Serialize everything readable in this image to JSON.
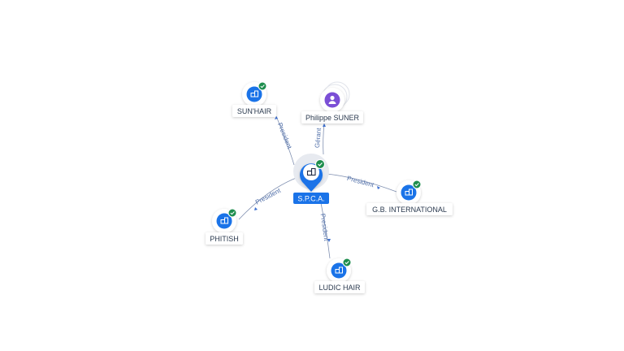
{
  "center": {
    "label": "S.P.C.A.",
    "icon": "company-icon",
    "verified": true
  },
  "nodes": [
    {
      "id": "sunhair",
      "label": "SUN'HAIR",
      "icon": "company-icon",
      "verified": true
    },
    {
      "id": "suner",
      "label": "Philippe SUNER",
      "icon": "person-icon",
      "verified": false
    },
    {
      "id": "gb",
      "label": "G.B. INTERNATIONAL",
      "icon": "company-icon",
      "verified": true
    },
    {
      "id": "phitish",
      "label": "PHITISH",
      "icon": "company-icon",
      "verified": true
    },
    {
      "id": "ludic",
      "label": "LUDIC HAIR",
      "icon": "company-icon",
      "verified": true
    }
  ],
  "edges": [
    {
      "to": "sunhair",
      "label": "President"
    },
    {
      "to": "suner",
      "label": "Gérant"
    },
    {
      "to": "gb",
      "label": "President"
    },
    {
      "to": "phitish",
      "label": "President"
    },
    {
      "to": "ludic",
      "label": "President"
    }
  ],
  "colors": {
    "brand": "#1a73e8",
    "check": "#1e8e4e",
    "person": "#7b4fd6",
    "edge": "#7f8fb0",
    "edge_label": "#4f6ea8"
  }
}
